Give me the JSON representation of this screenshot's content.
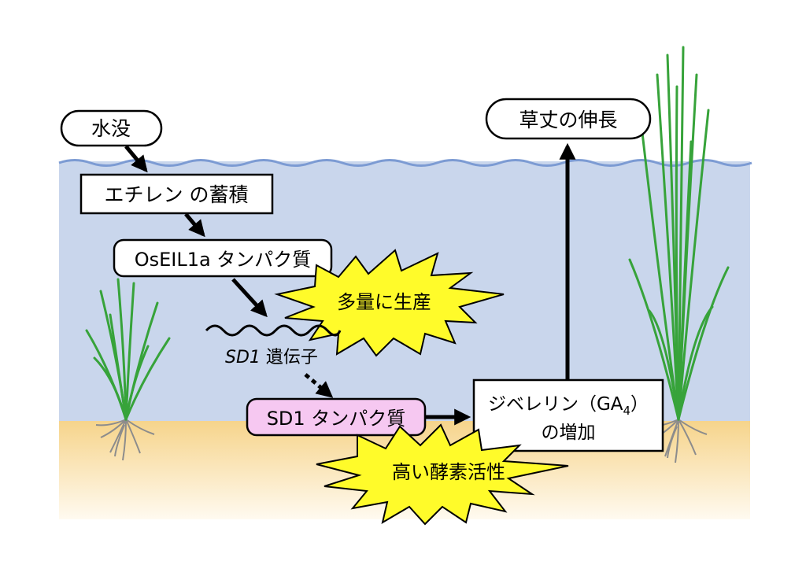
{
  "colors": {
    "water": "#c9d6ec",
    "wave": "#7c9bd3",
    "soil_top": "#f6d48b",
    "soil_bottom": "#fffaf0",
    "box_pink": "#f6c8f1",
    "burst": "#fffb2a",
    "plant_green": "#37a33a",
    "root_grey": "#8c8c8c"
  },
  "icons": [
    "rice-plant-icon",
    "roots-icon",
    "explosion-burst-icon",
    "gene-wave-icon",
    "arrow-icon"
  ],
  "nodes": {
    "submergence": "水没",
    "ethylene": "エチレン の蓄積",
    "oseil1a": "OsEIL1a タンパク質",
    "sd1_gene_name": "SD1",
    "sd1_gene_suffix": " 遺伝子",
    "sd1_protein": "SD1 タンパク質",
    "ga_line1_prefix": "ジベレリン（GA",
    "ga_subscript": "4",
    "ga_line1_suffix": "）",
    "ga_line2": "の増加",
    "elongation": "草丈の伸長"
  },
  "bursts": {
    "mass_production": "多量に生産",
    "high_activity": "高い酵素活性"
  }
}
